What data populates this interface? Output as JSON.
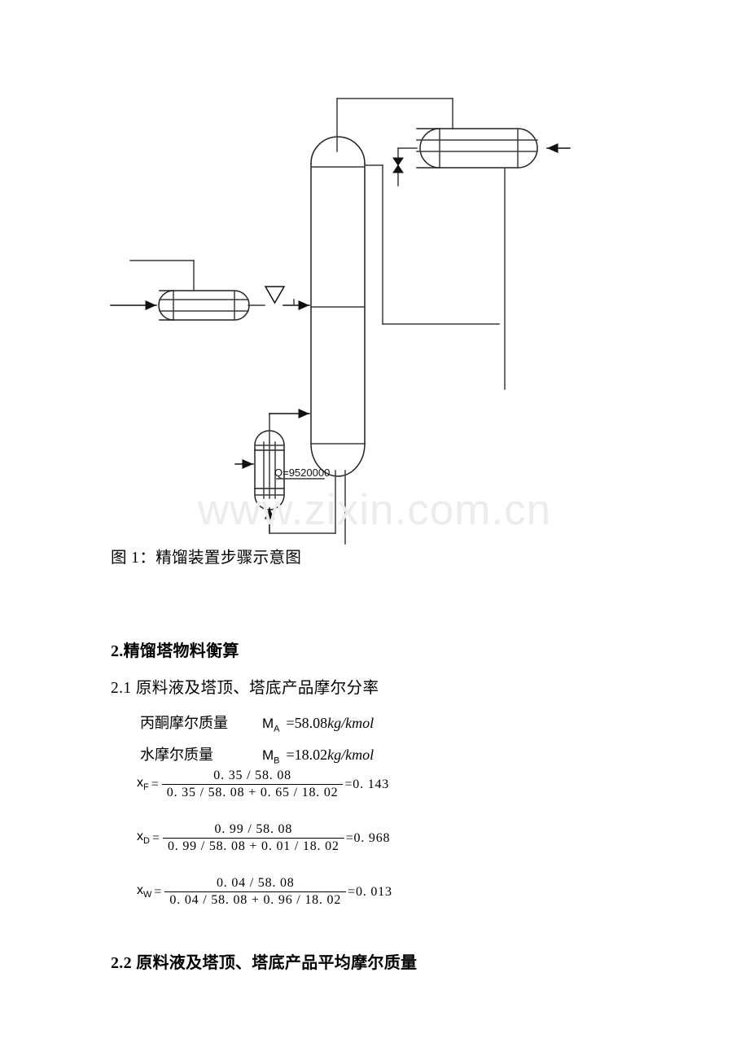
{
  "document": {
    "figure": {
      "caption": "图 1：精馏装置步骤示意图",
      "reboiler_duty_label": "Q=9520000",
      "equipment": {
        "column": "distillation-column",
        "condenser": "overhead-condenser",
        "feed_preheater": "feed-preheater",
        "reboiler": "bottom-reboiler",
        "valve": "feed-valve",
        "reflux_valve": "reflux-valve"
      }
    },
    "watermark": "www.zixin.com.cn",
    "sections": [
      {
        "id": "2",
        "title": "2.精馏塔物料衡算"
      },
      {
        "id": "2.1",
        "title": "2.1 原料液及塔顶、塔底产品摩尔分率"
      },
      {
        "id": "2.2",
        "title": "2.2 原料液及塔顶、塔底产品平均摩尔质量"
      }
    ],
    "molar_masses": [
      {
        "label": "丙酮摩尔质量",
        "symbol": "M",
        "subscript": "A",
        "equals": "=58.08",
        "unit": "kg/kmol"
      },
      {
        "label": "水摩尔质量",
        "symbol": "M",
        "subscript": "B",
        "equals": "=18.02",
        "unit": "kg/kmol"
      }
    ],
    "equations": [
      {
        "lhs_symbol": "x",
        "lhs_sub": "F",
        "numerator": "0. 35 / 58. 08",
        "denominator": "0. 35 / 58. 08 + 0. 65 / 18. 02",
        "result": "=0. 143"
      },
      {
        "lhs_symbol": "x",
        "lhs_sub": "D",
        "numerator": "0. 99 / 58. 08",
        "denominator": "0. 99 / 58. 08 + 0. 01 / 18. 02",
        "result": "=0. 968"
      },
      {
        "lhs_symbol": "x",
        "lhs_sub": "W",
        "numerator": "0. 04 / 58. 08",
        "denominator": "0. 04 / 58. 08 + 0. 96 / 18. 02",
        "result": "=0. 013"
      }
    ],
    "colors": {
      "ink": "#000000",
      "line": "#3a3a3a",
      "watermark": "#ececec",
      "page": "#ffffff"
    }
  }
}
